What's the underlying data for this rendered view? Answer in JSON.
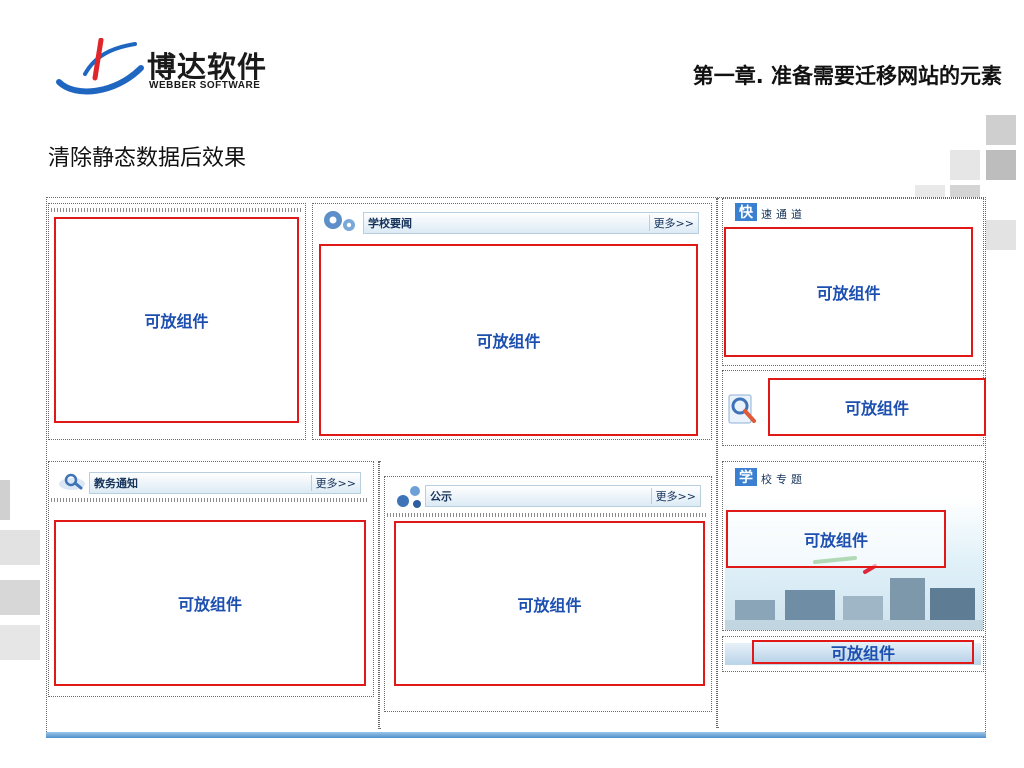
{
  "header": {
    "logo_cn": "博达软件",
    "logo_en": "WEBBER SOFTWARE",
    "chapter_title": "第一章. 准备需要迁移网站的元素",
    "subtitle": "清除静态数据后效果"
  },
  "panels": {
    "top_left": {
      "placeholder": "可放组件"
    },
    "school_news": {
      "title": "学校要闻",
      "more": "更多>>",
      "placeholder": "可放组件"
    },
    "quick_channel": {
      "icon_char": "快",
      "title": "速通道",
      "placeholder": "可放组件"
    },
    "search": {
      "placeholder": "可放组件"
    },
    "academic_notice": {
      "title": "教务通知",
      "more": "更多>>",
      "placeholder": "可放组件"
    },
    "public_notice": {
      "title": "公示",
      "more": "更多>>",
      "placeholder": "可放组件"
    },
    "school_topic": {
      "icon_char": "学",
      "title": "校专题",
      "placeholder": "可放组件"
    },
    "bottom_right": {
      "placeholder": "可放组件"
    }
  },
  "colors": {
    "placeholder_text": "#1c4fb0",
    "highlight_border": "#e01818",
    "bar_text": "#14325a"
  }
}
